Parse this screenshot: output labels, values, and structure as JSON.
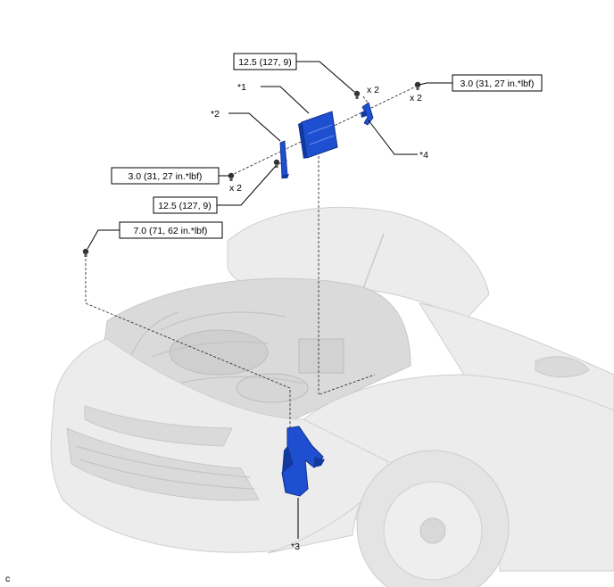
{
  "figure_code": "c",
  "colors": {
    "part_blue": "#1f4fd1",
    "part_blue_dark": "#123a9e",
    "car_gray": "#e6e6e6"
  },
  "torque_labels": {
    "t1": "12.5 (127, 9)",
    "t2": "3.0 (31, 27 in.*lbf)",
    "t3": "3.0 (31, 27 in.*lbf)",
    "t4": "12.5 (127, 9)",
    "t5": "7.0 (71, 62 in.*lbf)"
  },
  "quantity_labels": {
    "q1": "x 2",
    "q2": "x 2",
    "q3": "x 2"
  },
  "part_callouts": {
    "p1": "*1",
    "p2": "*2",
    "p3": "*3",
    "p4": "*4"
  }
}
